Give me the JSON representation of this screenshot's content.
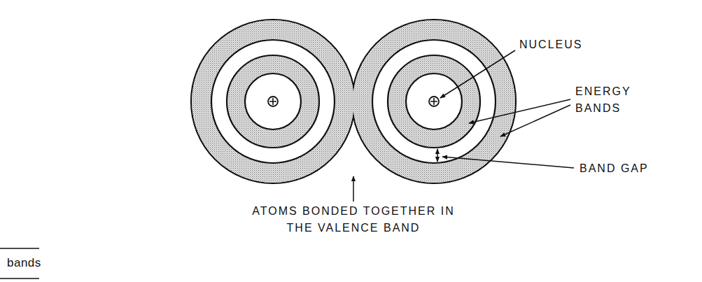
{
  "diagram": {
    "labels": [
      "NUCLEUS",
      "ENERGY BANDS",
      "BAND GAP",
      "ATOMS BONDED TOGETHER IN THE VALENCE BAND",
      "bands"
    ]
  }
}
